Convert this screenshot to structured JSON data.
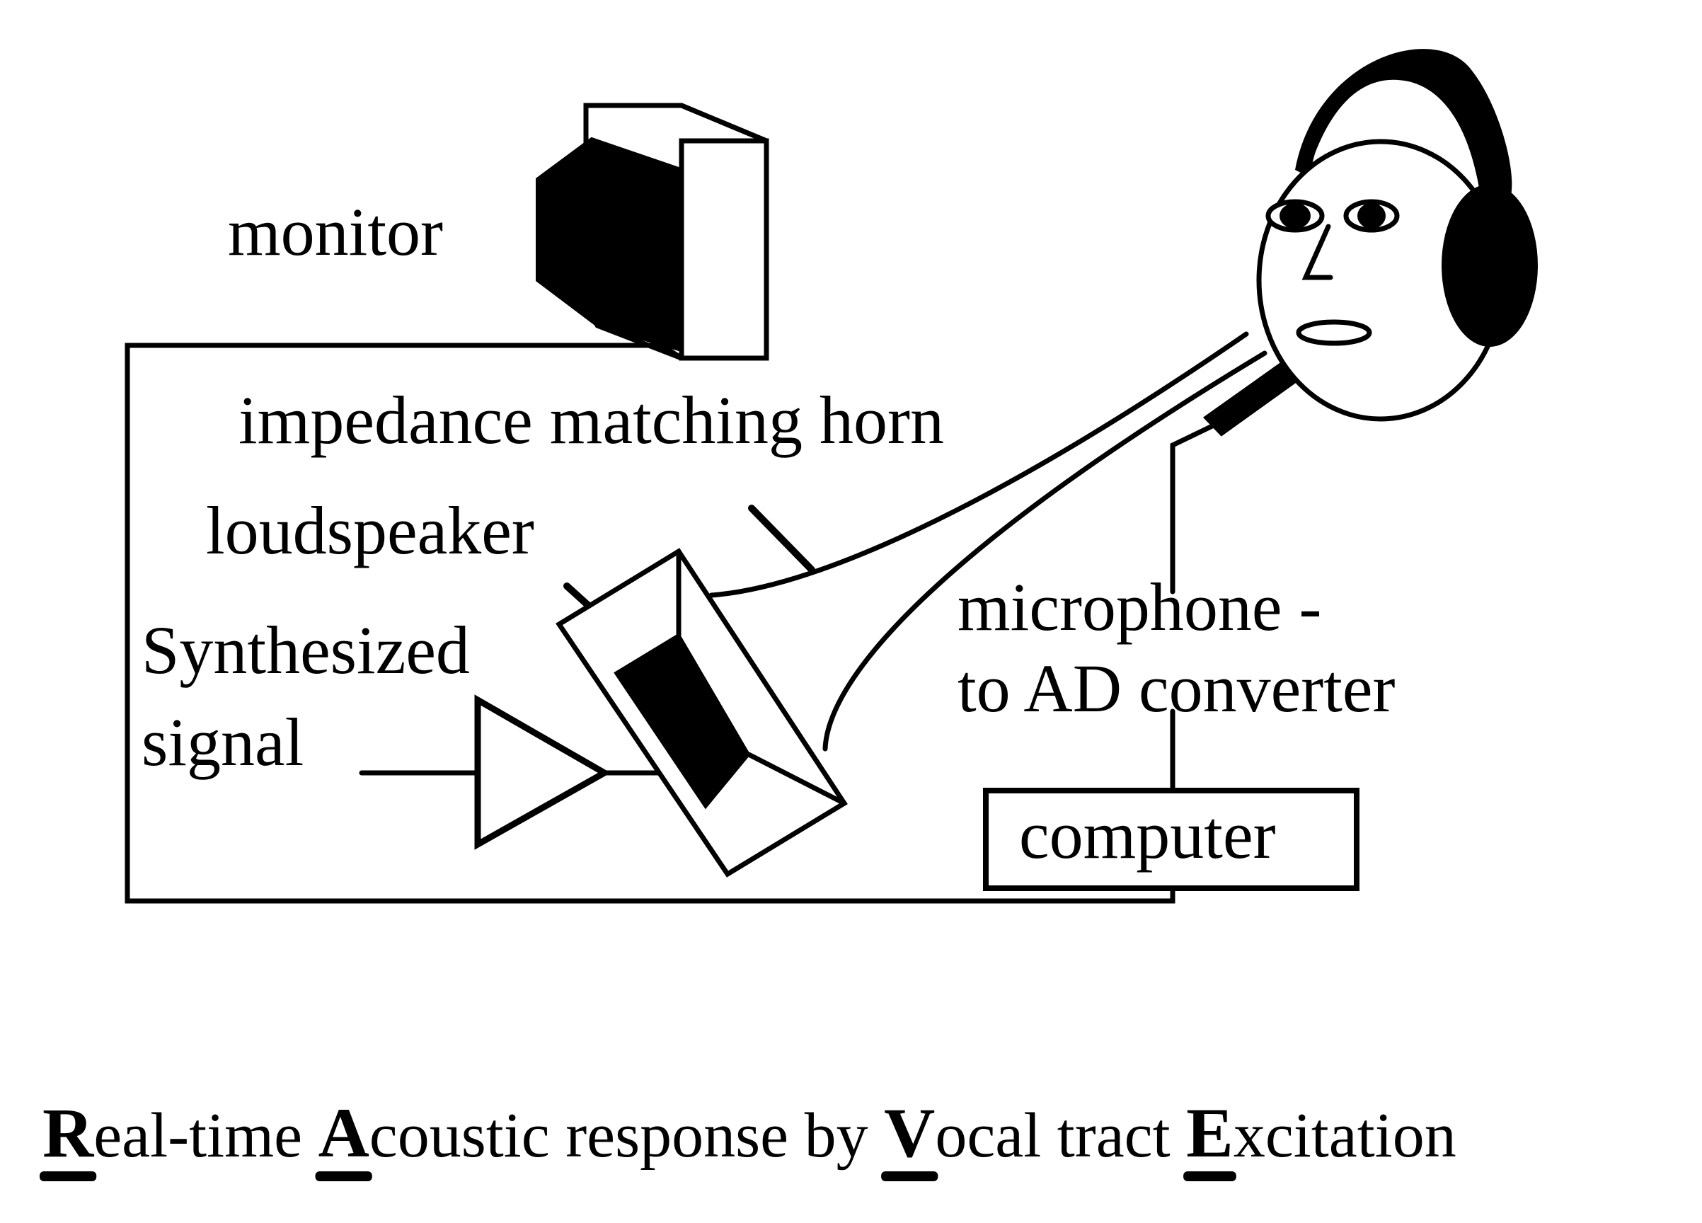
{
  "diagram": {
    "labels": {
      "monitor": "monitor",
      "horn": "impedance matching horn",
      "loudspeaker": "loudspeaker",
      "synth_line1": "Synthesized",
      "synth_line2": "signal",
      "mic_line1": "microphone -",
      "mic_line2": "to AD converter",
      "computer": "computer"
    },
    "title": {
      "parts": [
        {
          "initial": "R",
          "rest": "eal-time "
        },
        {
          "initial": "A",
          "rest": "coustic response by "
        },
        {
          "initial": "V",
          "rest": "ocal tract "
        },
        {
          "initial": "E",
          "rest": "xcitation"
        }
      ],
      "acronym": "RAVE"
    },
    "components": [
      "monitor",
      "impedance matching horn",
      "loudspeaker",
      "amplifier",
      "microphone",
      "computer",
      "listener with headphones"
    ],
    "colors": {
      "ink": "#000000",
      "background": "#ffffff"
    }
  }
}
